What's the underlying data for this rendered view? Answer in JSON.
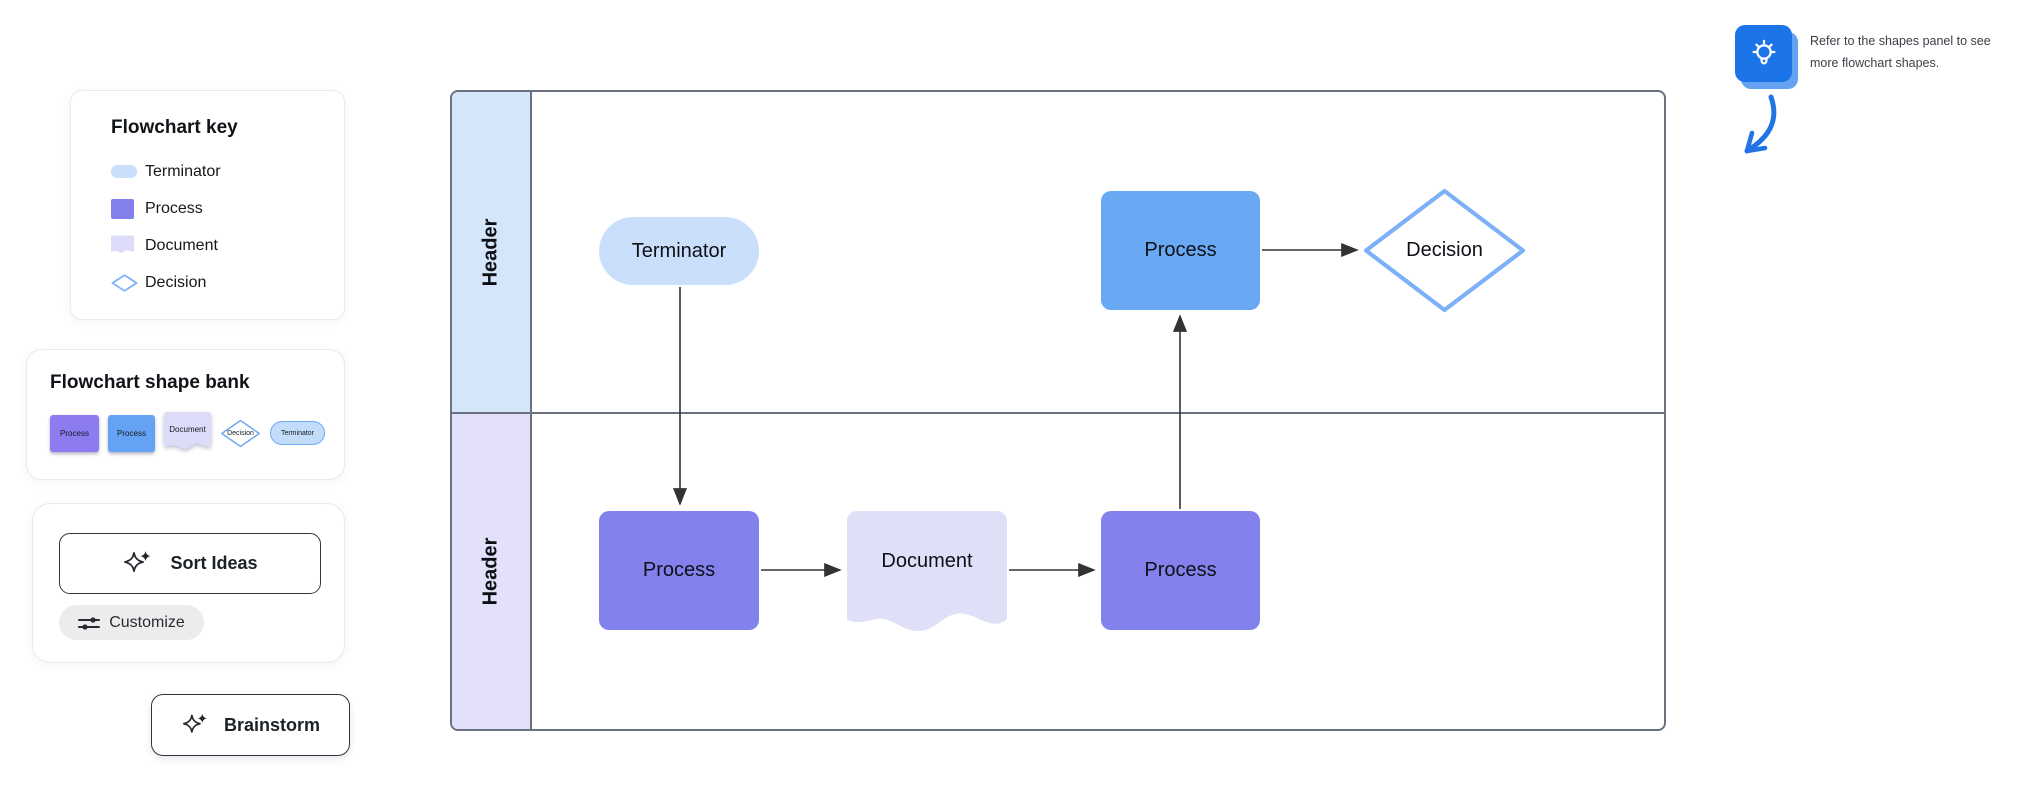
{
  "key_panel": {
    "title": "Flowchart key",
    "items": [
      {
        "shape": "terminator",
        "label": "Terminator"
      },
      {
        "shape": "process",
        "label": "Process"
      },
      {
        "shape": "document",
        "label": "Document"
      },
      {
        "shape": "decision",
        "label": "Decision"
      }
    ]
  },
  "shape_bank": {
    "title": "Flowchart shape bank",
    "shapes": [
      {
        "label": "Process",
        "variant": "purple"
      },
      {
        "label": "Process",
        "variant": "blue"
      },
      {
        "label": "Document",
        "variant": "lavender"
      },
      {
        "label": "Decision",
        "variant": "outline"
      },
      {
        "label": "Terminator",
        "variant": "light-blue"
      }
    ]
  },
  "ideas_panel": {
    "sort_button": "Sort Ideas",
    "customize_button": "Customize"
  },
  "brainstorm_button": "Brainstorm",
  "canvas": {
    "lanes": [
      {
        "label": "Header"
      },
      {
        "label": "Header"
      }
    ],
    "nodes": [
      {
        "type": "terminator",
        "label": "Terminator"
      },
      {
        "type": "process",
        "label": "Process"
      },
      {
        "type": "decision",
        "label": "Decision"
      },
      {
        "type": "process",
        "label": "Process"
      },
      {
        "type": "document",
        "label": "Document"
      },
      {
        "type": "process",
        "label": "Process"
      }
    ]
  },
  "tip": {
    "line1": "Refer to the shapes panel to see",
    "line2": "more flowchart shapes.",
    "icon": "lightbulb-icon"
  },
  "colors": {
    "accent_blue": "#1B74E8",
    "canvas_border": "#6A7280",
    "lane_top_fill": "#D5E5FA",
    "lane_bottom_fill": "#E3E0FA",
    "terminator_fill": "#C9DFFB",
    "process_purple_fill": "#8381EC",
    "process_blue_fill": "#69A8F3",
    "document_fill": "#DFDFF8",
    "decision_stroke": "#7CB0F7",
    "connector_stroke": "#333333",
    "tip_arrow_blue": "#2273E6"
  }
}
